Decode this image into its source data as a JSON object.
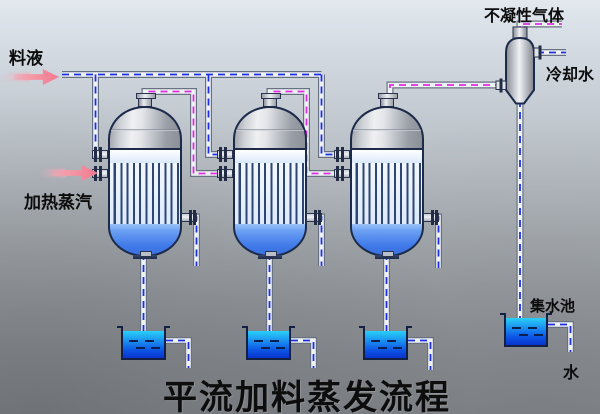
{
  "title": "平流加料蒸发流程",
  "labels": {
    "feed": "料液",
    "heating_steam": "加热蒸汽",
    "non_condensable_gas": "不凝性气体",
    "cooling_water": "冷却水",
    "collection_pool": "集水池",
    "water": "水"
  },
  "equipment": {
    "evaporator_count": 3,
    "receiver_tank_count": 3,
    "condenser_count": 1
  },
  "colors": {
    "feed_line_dash": "#1c2fe6",
    "vapor_line_dash": "#e22ce2",
    "pipe_fill": "#eef2f6",
    "pipe_casing": "#68727e",
    "vessel_outline": "#1c2b4a",
    "vessel_liquid": "#4079e9",
    "tank_liquid_top": "#28d0f8",
    "tank_liquid_bottom": "#0834cc",
    "arrow_pink": "#f0798f",
    "background_top": "#e2e8ee",
    "background_bottom": "#84888c"
  }
}
